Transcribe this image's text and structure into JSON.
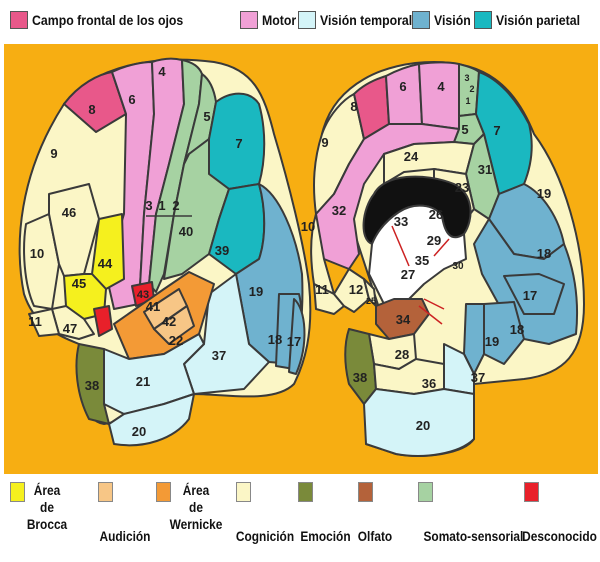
{
  "legend_top": [
    {
      "label": "Campo frontal de los ojos",
      "color": "#e8588a"
    },
    {
      "label": "Motor",
      "color": "#f0a0d6"
    },
    {
      "label": "Visión temporal",
      "color": "#d4f4f8"
    },
    {
      "label": "Visión",
      "color": "#6fb2cf"
    },
    {
      "label": "Visión parietal",
      "color": "#1ab8c0"
    }
  ],
  "legend_bottom": [
    {
      "lines": [
        "Área",
        "de",
        "Brocca"
      ],
      "color": "#f5f01e"
    },
    {
      "lines": [
        "Audición"
      ],
      "color": "#f7c686"
    },
    {
      "lines": [
        "Área",
        "de",
        "Wernicke"
      ],
      "color": "#f39a36"
    },
    {
      "lines": [
        "Cognición"
      ],
      "color": "#fbf6c6"
    },
    {
      "lines": [
        "Emoción"
      ],
      "color": "#7a8a3a"
    },
    {
      "lines": [
        "Olfato"
      ],
      "color": "#b4623a"
    },
    {
      "lines": [
        "Somato-sensorial"
      ],
      "color": "#a6d2a2"
    },
    {
      "lines": [
        "Desconocido"
      ],
      "color": "#e8202a"
    }
  ],
  "areas": {
    "lateral": [
      "8",
      "6",
      "4",
      "5",
      "7",
      "9",
      "46",
      "10",
      "44",
      "45",
      "47",
      "11",
      "43",
      "41",
      "42",
      "22",
      "40",
      "39",
      "3",
      "1",
      "2",
      "19",
      "18",
      "17",
      "37",
      "21",
      "38",
      "20"
    ],
    "medial": [
      "8",
      "6",
      "4",
      "3",
      "2",
      "1",
      "5",
      "7",
      "9",
      "24",
      "31",
      "32",
      "23",
      "33",
      "26",
      "10",
      "29",
      "30",
      "19",
      "11",
      "12",
      "25",
      "35",
      "27",
      "18",
      "17",
      "34",
      "28",
      "19",
      "18",
      "38",
      "36",
      "37",
      "20"
    ]
  },
  "colors": {
    "background": "#f7ae12",
    "outline": "#3a3a3a",
    "number": "#222222"
  }
}
